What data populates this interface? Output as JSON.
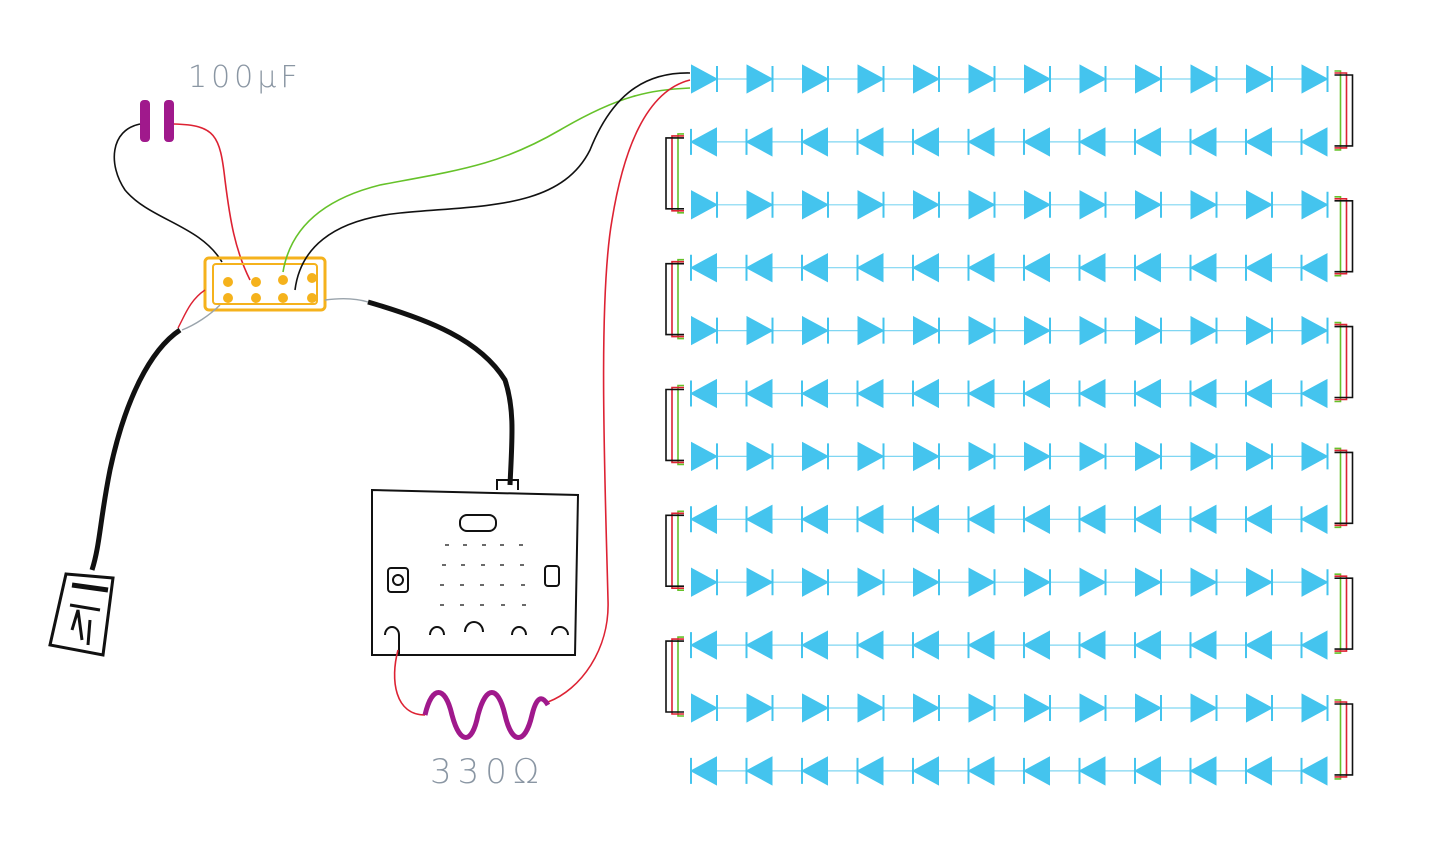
{
  "labels": {
    "capacitor": "100µF",
    "resistor": "330Ω"
  },
  "led_strip": {
    "rows": 12,
    "leds_per_row": 12,
    "color": "#44c4ee",
    "line_color": "#7fd6f2"
  },
  "colors": {
    "wire_red": "#dd2233",
    "wire_black": "#111111",
    "wire_green": "#66c22a",
    "wire_gray": "#9aa4ac",
    "capacitor": "#a0198c",
    "resistor": "#a0198c",
    "breadboard": "#f5b21c"
  }
}
